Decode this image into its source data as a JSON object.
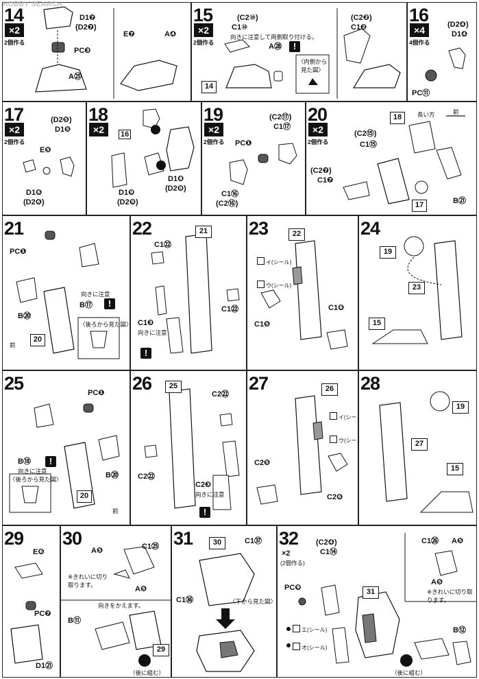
{
  "watermark": "HOBBY SEARCH",
  "steps": [
    {
      "id": "14",
      "mult": "×2",
      "twice": "2個作る",
      "parts": [
        "D1❼",
        "(D2❼)",
        "PC❸",
        "A㉕",
        "E❼",
        "A❹"
      ]
    },
    {
      "id": "15",
      "mult": "×2",
      "twice": "2個作る",
      "parts": [
        "(C2⑩)",
        "C1⑩",
        "(C2❷)",
        "C1❷",
        "A㉘",
        "14"
      ],
      "note": "向きに注意して両側取り付ける。",
      "callout": "〈内側から見た図〉"
    },
    {
      "id": "16",
      "mult": "×4",
      "twice": "4個作る",
      "parts": [
        "(D2❹)",
        "D1❹",
        "PC⑪"
      ]
    },
    {
      "id": "17",
      "mult": "×2",
      "twice": "2個作る",
      "parts": [
        "(D2❺)",
        "D1❺",
        "E❺",
        "D1❻",
        "(D2❻)"
      ]
    },
    {
      "id": "18",
      "mult": "×2",
      "parts": [
        "16",
        "D1❾",
        "(D2❾)",
        "D1❽",
        "(D2❽)"
      ]
    },
    {
      "id": "19",
      "mult": "×2",
      "twice": "2個作る",
      "parts": [
        "(C2⑰)",
        "C1⑰",
        "PC❶",
        "C1⑯",
        "(C2⑯)"
      ]
    },
    {
      "id": "20",
      "mult": "×2",
      "twice": "2個作る",
      "parts": [
        "18",
        "長い方",
        "前",
        "(C2⑮)",
        "C1⑮",
        "(C2❼)",
        "C1❼",
        "17",
        "B㉑"
      ]
    },
    {
      "id": "21",
      "parts": [
        "PC❶",
        "B⑰",
        "B⑳",
        "20",
        "前"
      ],
      "note": "向きに注意",
      "callout": "〈後ろから見た図〉"
    },
    {
      "id": "22",
      "parts": [
        "21",
        "C1㉒",
        "C1㉒",
        "C1❸"
      ],
      "note": "向きに注意"
    },
    {
      "id": "23",
      "parts": [
        "22",
        "C1❻",
        "C1❺"
      ],
      "seals": [
        "イ",
        "ウ"
      ],
      "seal_label": "シール"
    },
    {
      "id": "24",
      "parts": [
        "19",
        "23",
        "15"
      ]
    },
    {
      "id": "25",
      "parts": [
        "PC❶",
        "B⑱",
        "B⑳",
        "20",
        "前"
      ],
      "note": "向きに注意",
      "callout": "〈後ろから見た図〉"
    },
    {
      "id": "26",
      "parts": [
        "25",
        "C2㉒",
        "C2㉒",
        "C2❸"
      ],
      "note": "向きに注意"
    },
    {
      "id": "27",
      "parts": [
        "26",
        "C2❺",
        "C2❻"
      ],
      "seals": [
        "イ",
        "ウ"
      ],
      "seal_label": "シール"
    },
    {
      "id": "28",
      "parts": [
        "19",
        "27",
        "15"
      ]
    },
    {
      "id": "29",
      "parts": [
        "E❻",
        "PC❼",
        "D1㉑"
      ]
    },
    {
      "id": "30",
      "parts": [
        "A❺",
        "C1㉕",
        "A❺",
        "B⑪",
        "29"
      ],
      "note": "※きれいに切り取ります。",
      "note2": "向きをかえます。",
      "note3": "（後に組む）"
    },
    {
      "id": "31",
      "parts": [
        "30",
        "C1㊲",
        "C1㊱"
      ],
      "callout": "〈下から見た図〉"
    },
    {
      "id": "32",
      "mult": "×2",
      "twice": "(2個作る)",
      "parts": [
        "(C2❹)",
        "C1⑭",
        "PC❾",
        "31",
        "C1㉖",
        "A❺",
        "A❺",
        "B⑫"
      ],
      "seals": [
        "エ",
        "オ"
      ],
      "seal_label": "シール",
      "note": "※きれいに切り取ります。",
      "note3": "（後に組む）"
    }
  ]
}
